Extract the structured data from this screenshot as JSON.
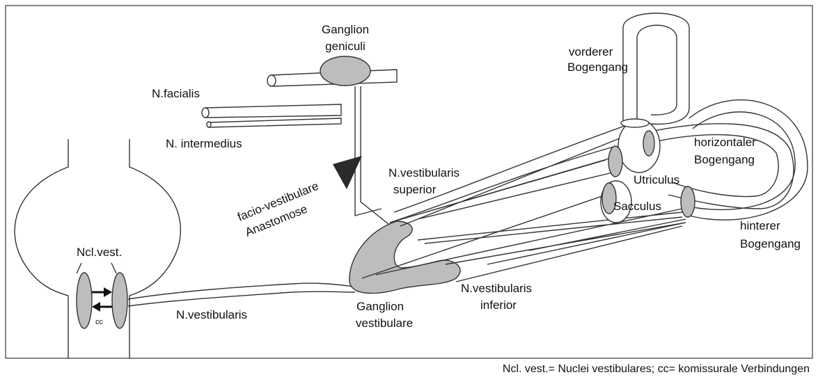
{
  "labels": {
    "ganglion_geniculi_1": "Ganglion",
    "ganglion_geniculi_2": "geniculi",
    "n_facialis": "N.facialis",
    "n_intermedius": "N. intermedius",
    "anastomose_1": "facio-vestibulare",
    "anastomose_2": "Anastomose",
    "vorderer_1": "vorderer",
    "vorderer_2": "Bogengang",
    "horizontaler_1": "horizontaler",
    "horizontaler_2": "Bogengang",
    "hinterer_1": "hinterer",
    "hinterer_2": "Bogengang",
    "utriculus": "Utriculus",
    "sacculus": "Sacculus",
    "vest_superior_1": "N.vestibularis",
    "vest_superior_2": "superior",
    "vest_inferior_1": "N.vestibularis",
    "vest_inferior_2": "inferior",
    "ganglion_vest_1": "Ganglion",
    "ganglion_vest_2": "vestibulare",
    "n_vestibularis": "N.vestibularis",
    "ncl_vest": "Ncl.vest.",
    "cc": "cc"
  },
  "caption": "Ncl. vest.= Nuclei vestibulares; cc= komissurale Verbindungen",
  "colors": {
    "structure_fill": "#bdbdbd",
    "line": "#333333"
  }
}
